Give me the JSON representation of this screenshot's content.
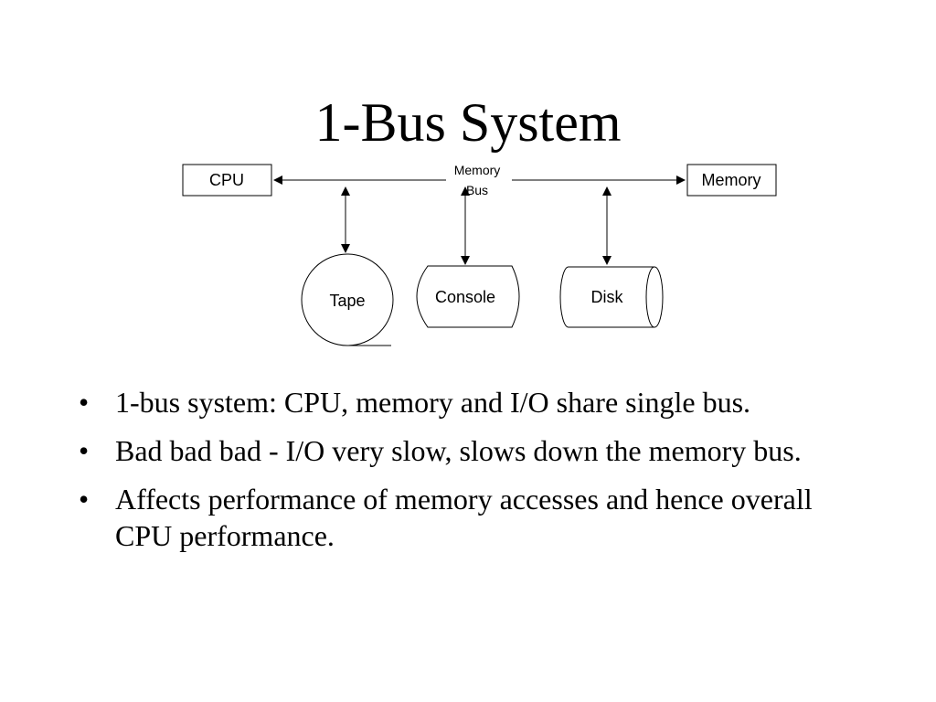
{
  "slide": {
    "title": "1-Bus System"
  },
  "diagram": {
    "nodes": {
      "cpu": "CPU",
      "memory": "Memory",
      "bus_label_line1": "Memory",
      "bus_label_line2": "Bus",
      "tape": "Tape",
      "console": "Console",
      "disk": "Disk"
    }
  },
  "bullets": [
    {
      "marker": "•",
      "text": "1-bus system: CPU, memory and I/O share single bus."
    },
    {
      "marker": "•",
      "text": "Bad bad bad - I/O very slow, slows down the memory bus."
    },
    {
      "marker": "•",
      "text": "Affects performance of memory accesses and hence overall CPU performance."
    }
  ]
}
